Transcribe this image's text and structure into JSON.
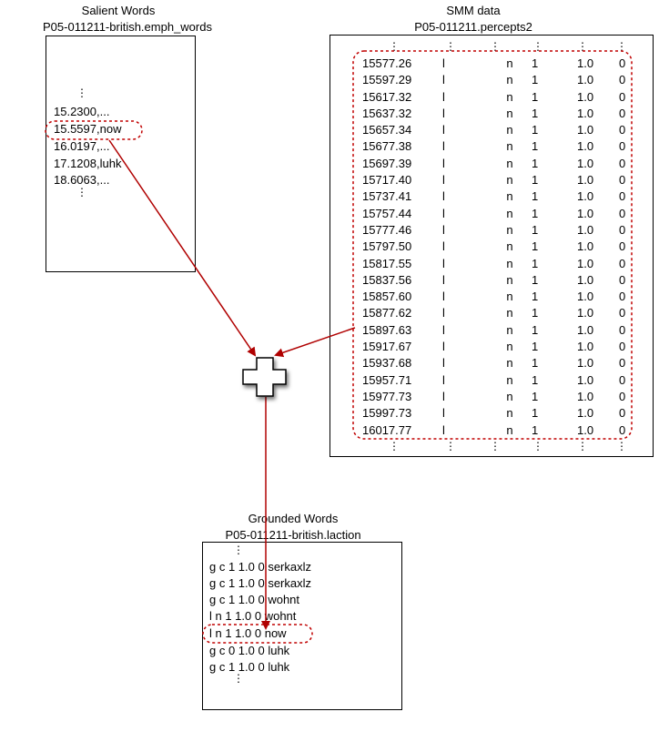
{
  "salient": {
    "title": "Salient Words",
    "subtitle": "P05-011211-british.emph_words",
    "lines": [
      "15.2300,...",
      "15.5597,now",
      "16.0197,...",
      "17.1208,luhk",
      "18.6063,..."
    ]
  },
  "smm": {
    "title": "SMM data",
    "subtitle": "P05-011211.percepts2",
    "rows": [
      [
        "15577.26",
        "l",
        "n",
        "1",
        "1.0",
        "0"
      ],
      [
        "15597.29",
        "l",
        "n",
        "1",
        "1.0",
        "0"
      ],
      [
        "15617.32",
        "l",
        "n",
        "1",
        "1.0",
        "0"
      ],
      [
        "15637.32",
        "l",
        "n",
        "1",
        "1.0",
        "0"
      ],
      [
        "15657.34",
        "l",
        "n",
        "1",
        "1.0",
        "0"
      ],
      [
        "15677.38",
        "l",
        "n",
        "1",
        "1.0",
        "0"
      ],
      [
        "15697.39",
        "l",
        "n",
        "1",
        "1.0",
        "0"
      ],
      [
        "15717.40",
        "l",
        "n",
        "1",
        "1.0",
        "0"
      ],
      [
        "15737.41",
        "l",
        "n",
        "1",
        "1.0",
        "0"
      ],
      [
        "15757.44",
        "l",
        "n",
        "1",
        "1.0",
        "0"
      ],
      [
        "15777.46",
        "l",
        "n",
        "1",
        "1.0",
        "0"
      ],
      [
        "15797.50",
        "l",
        "n",
        "1",
        "1.0",
        "0"
      ],
      [
        "15817.55",
        "l",
        "n",
        "1",
        "1.0",
        "0"
      ],
      [
        "15837.56",
        "l",
        "n",
        "1",
        "1.0",
        "0"
      ],
      [
        "15857.60",
        "l",
        "n",
        "1",
        "1.0",
        "0"
      ],
      [
        "15877.62",
        "l",
        "n",
        "1",
        "1.0",
        "0"
      ],
      [
        "15897.63",
        "l",
        "n",
        "1",
        "1.0",
        "0"
      ],
      [
        "15917.67",
        "l",
        "n",
        "1",
        "1.0",
        "0"
      ],
      [
        "15937.68",
        "l",
        "n",
        "1",
        "1.0",
        "0"
      ],
      [
        "15957.71",
        "l",
        "n",
        "1",
        "1.0",
        "0"
      ],
      [
        "15977.73",
        "l",
        "n",
        "1",
        "1.0",
        "0"
      ],
      [
        "15997.73",
        "l",
        "n",
        "1",
        "1.0",
        "0"
      ],
      [
        "16017.77",
        "l",
        "n",
        "1",
        "1.0",
        "0"
      ]
    ]
  },
  "grounded": {
    "title": "Grounded Words",
    "subtitle": "P05-011211-british.laction",
    "lines": [
      "g c 1 1.0 0 serkaxlz",
      "g c 1 1.0 0 serkaxlz",
      "g c 1 1.0 0 wohnt",
      "l n 1 1.0 0 wohnt",
      "l n 1 1.0 0 now",
      "g c 0 1.0 0 luhk",
      "g c 1 1.0 0 luhk"
    ]
  },
  "icons": {
    "combine": "plus-icon",
    "ellipsis": "vertical-ellipsis-icon"
  },
  "colors": {
    "arrow": "#b00000",
    "highlight": "#c00000"
  }
}
